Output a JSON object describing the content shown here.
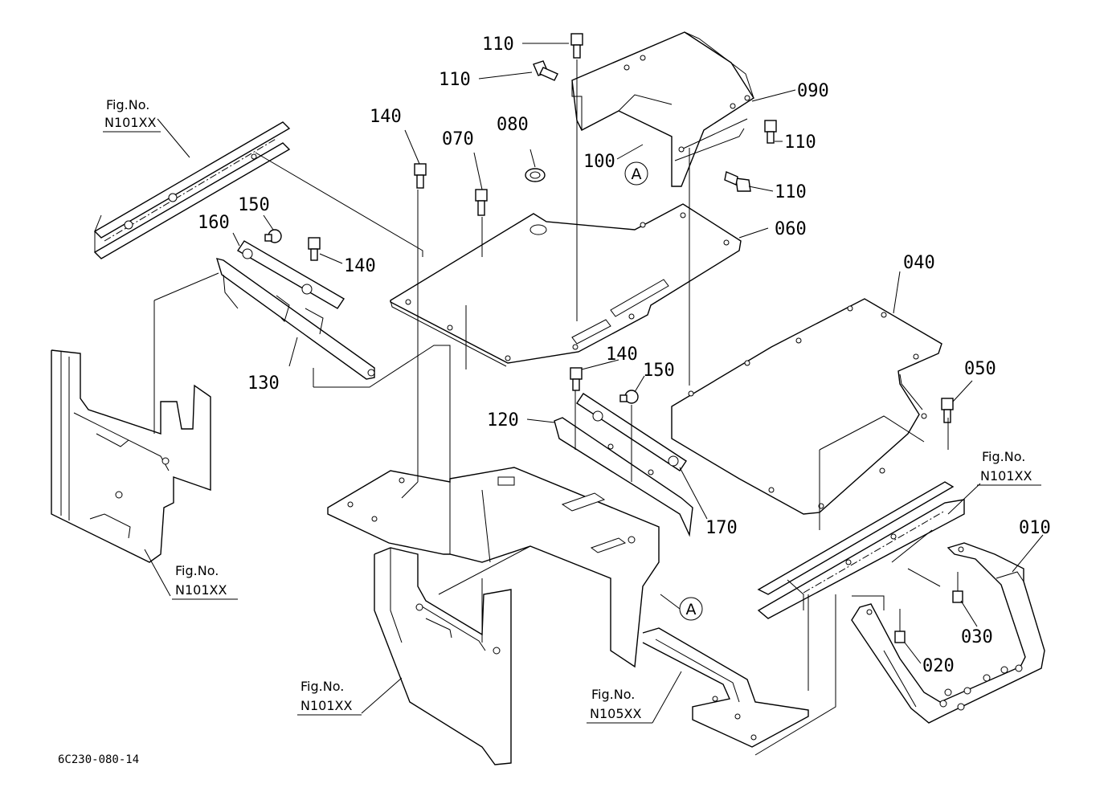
{
  "callouts": {
    "p010": "010",
    "p020": "020",
    "p030": "030",
    "p040": "040",
    "p050": "050",
    "p060": "060",
    "p070": "070",
    "p080": "080",
    "p090": "090",
    "p100": "100",
    "p110a": "110",
    "p110b": "110",
    "p110c": "110",
    "p110d": "110",
    "p120": "120",
    "p130": "130",
    "p140a": "140",
    "p140b": "140",
    "p140c": "140",
    "p150a": "150",
    "p150b": "150",
    "p160": "160",
    "p170": "170"
  },
  "markers": {
    "a1": "A",
    "a2": "A"
  },
  "references": {
    "fig_top_left": {
      "title": "Fig.No.",
      "code": "N101XX"
    },
    "fig_bottom_left": {
      "title": "Fig.No.",
      "code": "N101XX"
    },
    "fig_bottom_center": {
      "title": "Fig.No.",
      "code": "N101XX"
    },
    "fig_right": {
      "title": "Fig.No.",
      "code": "N101XX"
    },
    "fig_bottom_right": {
      "title": "Fig.No.",
      "code": "N105XX"
    }
  },
  "drawing_code": "6C230-080-14"
}
